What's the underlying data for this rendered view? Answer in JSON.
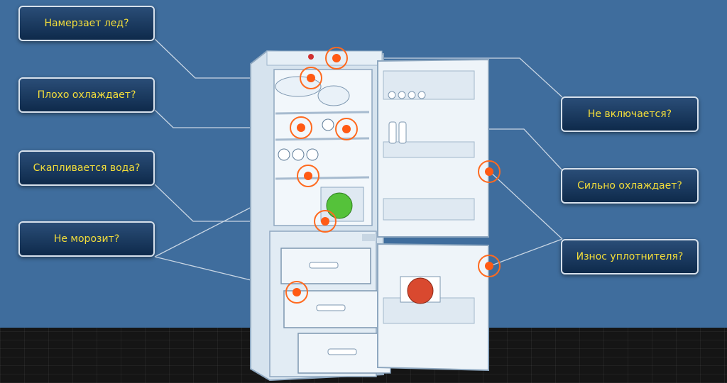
{
  "callouts": {
    "ice": "Намерзает лед?",
    "poor_cooling": "Плохо охлаждает?",
    "water": "Скапливается вода?",
    "not_freezing": "Не морозит?",
    "not_turning_on": "Не включается?",
    "over_cooling": "Сильно охлаждает?",
    "seal_wear": "Износ уплотнителя?"
  },
  "colors": {
    "background": "#3f6d9d",
    "floor": "#151515",
    "callout_text": "#f4de3a",
    "marker": "#ff5a14"
  }
}
